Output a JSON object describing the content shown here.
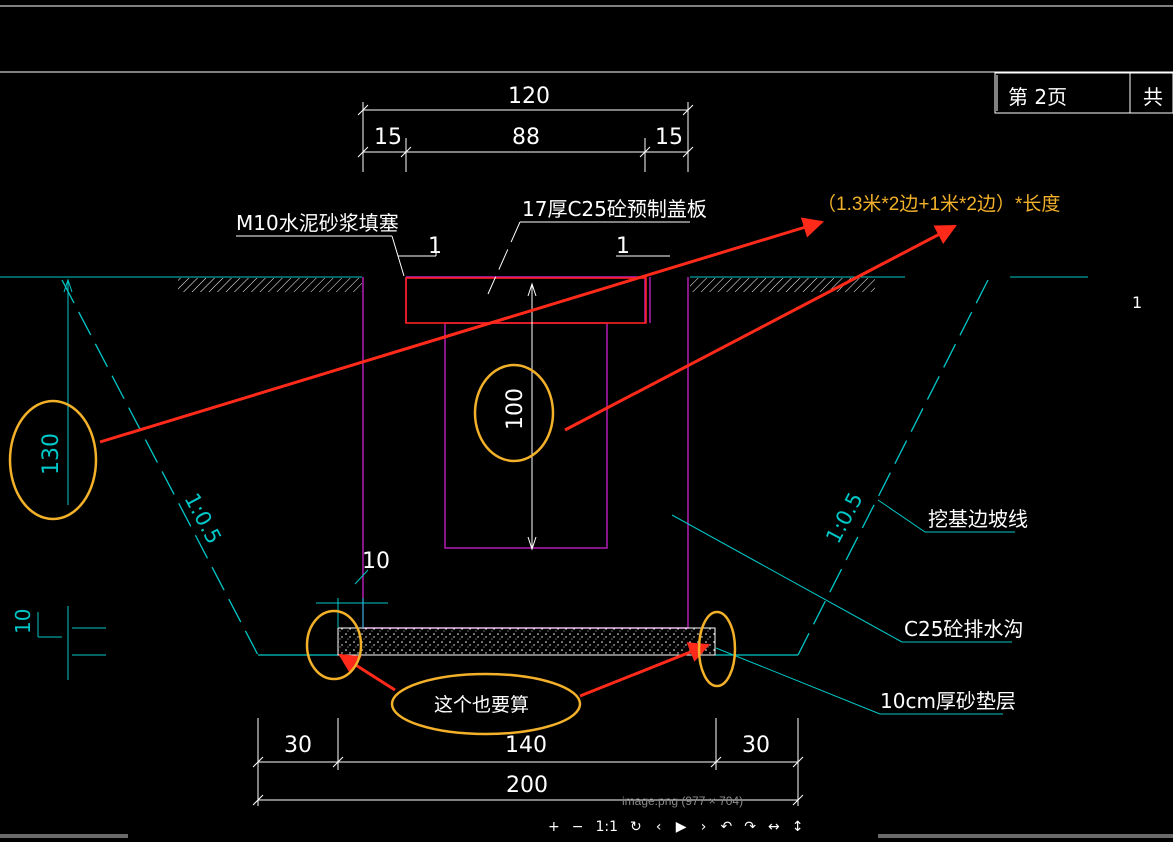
{
  "title_block": {
    "page_label": "第 2页",
    "total_label": "共"
  },
  "dimensions": {
    "top_width": "120",
    "left_wall": "15",
    "inner_width": "88",
    "right_wall": "15",
    "depth_130": "130",
    "inner_depth": "100",
    "cushion_width": "10",
    "cushion_thickness": "10",
    "bottom_left": "30",
    "bottom_middle": "140",
    "bottom_right": "30",
    "bottom_total": "200",
    "gap_left": "1",
    "gap_right": "1",
    "side_mark": "1"
  },
  "labels": {
    "mortar": "M10水泥砂浆填塞",
    "cover_plate": "17厚C25砼预制盖板",
    "slope_left": "1:0.5",
    "slope_right": "1:0.5",
    "excavation_line": "挖基边坡线",
    "ditch": "C25砼排水沟",
    "sand_layer": "10cm厚砂垫层"
  },
  "annotations": {
    "formula": "（1.3米*2边+1米*2边）*长度",
    "also_count": "这个也要算"
  },
  "viewer": {
    "caption": "image.png (977 × 704)",
    "toolbar": [
      "+",
      "−",
      "1:1",
      "↻",
      "‹",
      "▶",
      "›",
      "↶",
      "↷",
      "↔",
      "↕"
    ]
  },
  "colors": {
    "background": "#000000",
    "line": "#ffffff",
    "ditch": "#c020c0",
    "cover": "#ff2020",
    "dimension_cyan": "#00c8c8",
    "highlight": "#f3b12a",
    "arrow": "#ff2a1a"
  }
}
